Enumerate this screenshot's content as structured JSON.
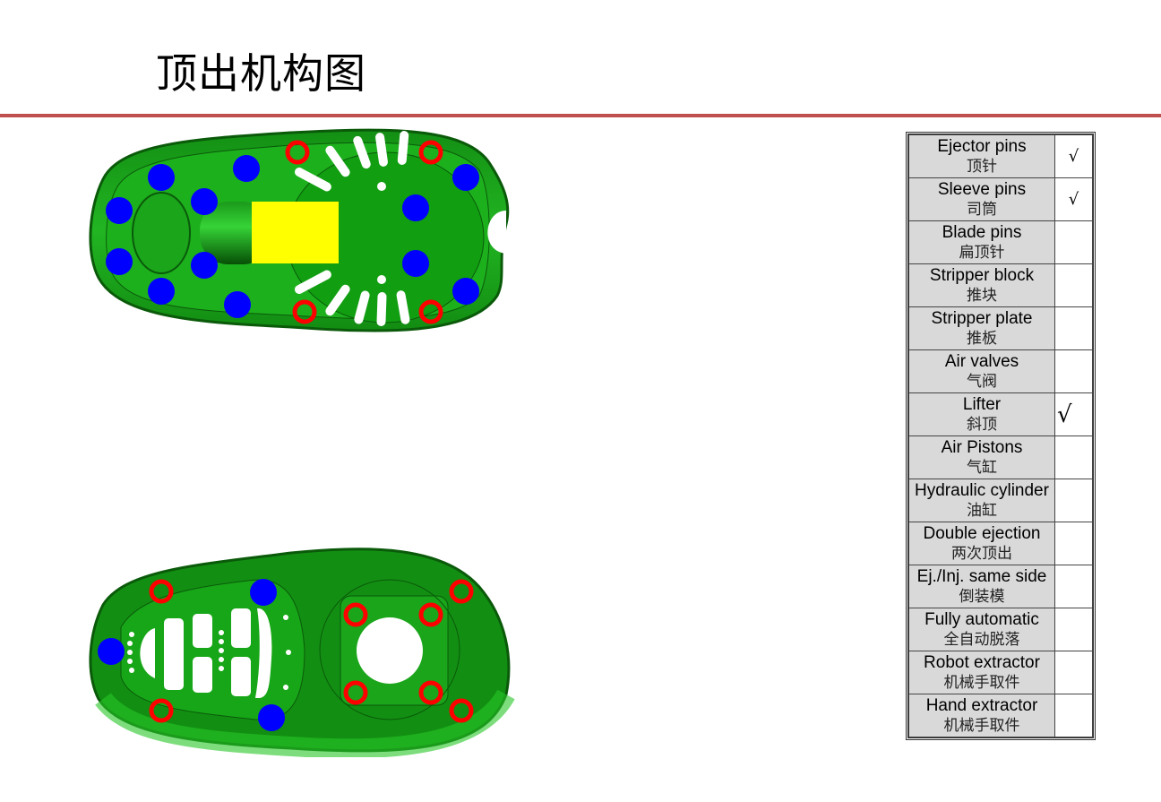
{
  "title": "顶出机构图",
  "colors": {
    "rule": "#c0504d",
    "part_green": "#1aa51a",
    "ejector_marker_blue": "#0000ff",
    "sleeve_marker_red": "#ff0000",
    "lifter_marker_yellow": "#ffff00",
    "table_label_bg": "#d9d9d9"
  },
  "figures": {
    "top_view": {
      "label": "part-view-top",
      "blue_markers": 13,
      "red_rings": 4,
      "yellow_blocks": 1
    },
    "bottom_view": {
      "label": "part-view-bottom",
      "blue_markers": 3,
      "red_rings": 8
    }
  },
  "table": {
    "rows": [
      {
        "en": "Ejector pins",
        "zh": "顶针",
        "check": "√"
      },
      {
        "en": "Sleeve pins",
        "zh": "司筒",
        "check": "√"
      },
      {
        "en": "Blade pins",
        "zh": "扁顶针",
        "check": ""
      },
      {
        "en": "Stripper block",
        "zh": "推块",
        "check": ""
      },
      {
        "en": "Stripper plate",
        "zh": "推板",
        "check": ""
      },
      {
        "en": "Air valves",
        "zh": "气阀",
        "check": ""
      },
      {
        "en": "Lifter",
        "zh": "斜顶",
        "check": "√"
      },
      {
        "en": "Air Pistons",
        "zh": "气缸",
        "check": ""
      },
      {
        "en": "Hydraulic cylinder",
        "zh": "油缸",
        "check": ""
      },
      {
        "en": "Double ejection",
        "zh": "两次顶出",
        "check": ""
      },
      {
        "en": "Ej./Inj. same side",
        "zh": "倒装模",
        "check": ""
      },
      {
        "en": "Fully automatic",
        "zh": "全自动脱落",
        "check": ""
      },
      {
        "en": "Robot extractor",
        "zh": "机械手取件",
        "check": ""
      },
      {
        "en": "Hand extractor",
        "zh": "机械手取件",
        "check": ""
      }
    ]
  }
}
